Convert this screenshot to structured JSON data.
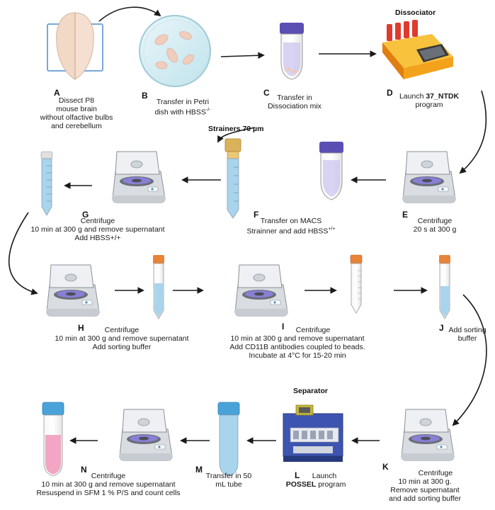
{
  "steps": {
    "A": {
      "letter": "A",
      "lines": [
        "Dissect P8",
        "mouse brain",
        "without olfactive bulbs",
        "and cerebellum"
      ]
    },
    "B": {
      "letter": "B",
      "line1": "Transfer in Petri",
      "line2": "dish with HBSS",
      "line2_sup": "-/-"
    },
    "C": {
      "letter": "C",
      "lines": [
        "Transfer in",
        "Dissociation mix"
      ]
    },
    "D": {
      "letter": "D",
      "pre": "Launch ",
      "bold": "37_NTDK",
      "line2": "program"
    },
    "E": {
      "letter": "E",
      "lines": [
        "Centrifuge",
        "20 s at 300 g"
      ]
    },
    "F": {
      "letter": "F",
      "line1": "Transfer on MACS",
      "line2": "Strainner and add HBSS",
      "line2_sup": "+/+"
    },
    "G": {
      "letter": "G",
      "lines": [
        "Centrifuge",
        "10 min at 300 g and remove supernatant",
        "Add HBSS+/+"
      ]
    },
    "H": {
      "letter": "H",
      "lines": [
        "Centrifuge",
        "10 min at 300 g and remove supernatant",
        "Add sorting buffer"
      ]
    },
    "I": {
      "letter": "I",
      "lines": [
        "Centrifuge",
        "10 min at 300 g and remove supernatant",
        "Add CD11B antibodies coupled to beads.",
        "Incubate at 4°C for 15-20 min"
      ]
    },
    "J": {
      "letter": "J",
      "lines": [
        "Add sorting",
        "buffer"
      ]
    },
    "K": {
      "letter": "K",
      "lines": [
        "Centrifuge",
        "10 min at 300 g.",
        "Remove supernatant",
        "and add sorting buffer"
      ]
    },
    "L": {
      "letter": "L",
      "line1": "Launch",
      "bold": "POSSEL",
      "post": " program"
    },
    "M": {
      "letter": "M",
      "lines": [
        "Transfer in 50",
        "mL tube"
      ]
    },
    "N": {
      "letter": "N",
      "lines": [
        "Centrifuge",
        "10 min at 300 g and remove supernatant",
        "Resuspend in SFM 1 % P/S and count cells"
      ]
    }
  },
  "headers": {
    "dissociator": "Dissociator",
    "strainers": "Strainers 70 µm",
    "separator": "Separator"
  },
  "colors": {
    "arrow": "#1a1a1a",
    "centrifuge_body": "#e3e6ea",
    "tube_liquid": "#a9d4ee",
    "tube_cap_orange": "#e8833a",
    "tube_cap_blue": "#4aa3d8",
    "tube_cap_purple": "#5b4fb3",
    "dissociator_body": "#f3a21c",
    "separator_body": "#3d55b0",
    "final_liquid": "#f2a6c4"
  }
}
